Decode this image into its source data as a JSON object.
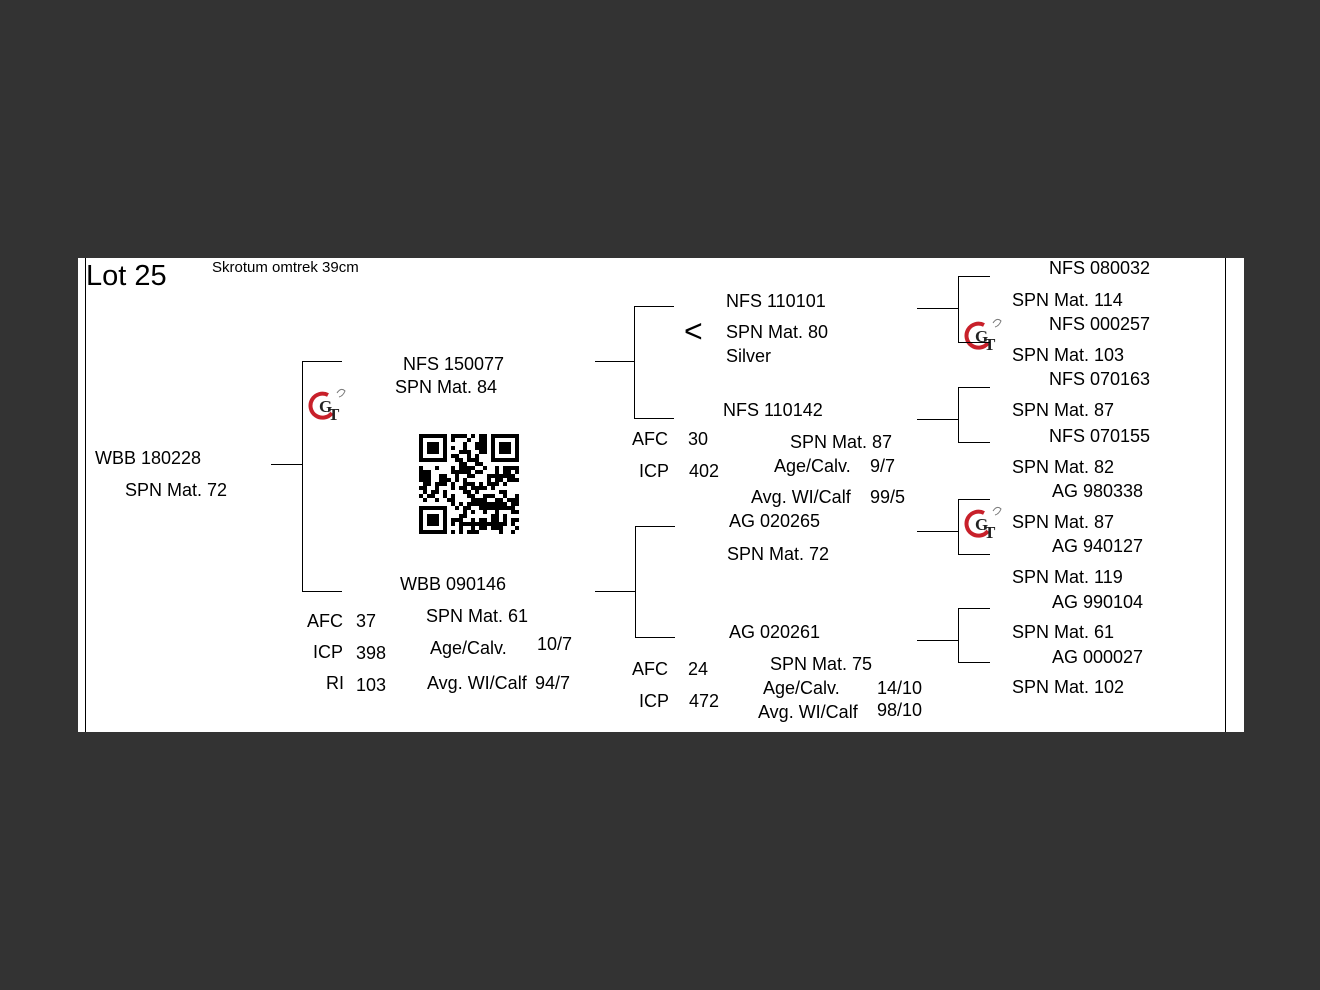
{
  "lot_label": "Lot 25",
  "note": "Skrotum omtrek 39cm",
  "animal": {
    "id": "WBB 180228",
    "spn": "SPN Mat. 72"
  },
  "sire": {
    "id": "NFS 150077",
    "spn": "SPN Mat. 84"
  },
  "dam": {
    "id": "WBB 090146",
    "spn": "SPN Mat. 61",
    "afc_label": "AFC",
    "afc": "37",
    "icp_label": "ICP",
    "icp": "398",
    "ri_label": "RI",
    "ri": "103",
    "age_calv_label": "Age/Calv.",
    "age_calv": "10/7",
    "avg_wi_label": "Avg. WI/Calf",
    "avg_wi": "94/7"
  },
  "sire_sire": {
    "id": "NFS 110101",
    "spn": "SPN Mat. 80",
    "extra": "Silver",
    "mark": "<"
  },
  "sire_dam": {
    "id": "NFS 110142",
    "spn": "SPN Mat. 87",
    "afc_label": "AFC",
    "afc": "30",
    "icp_label": "ICP",
    "icp": "402",
    "age_calv_label": "Age/Calv.",
    "age_calv": "9/7",
    "avg_wi_label": "Avg. WI/Calf",
    "avg_wi": "99/5"
  },
  "dam_sire": {
    "id": "AG  020265",
    "spn": "SPN Mat. 72"
  },
  "dam_dam": {
    "id": "AG  020261",
    "spn": "SPN Mat. 75",
    "afc_label": "AFC",
    "afc": "24",
    "icp_label": "ICP",
    "icp": "472",
    "age_calv_label": "Age/Calv.",
    "age_calv": "14/10",
    "avg_wi_label": "Avg. WI/Calf",
    "avg_wi": "98/10"
  },
  "gen3": [
    {
      "id": "NFS 080032",
      "spn": "SPN Mat. 114"
    },
    {
      "id": "NFS 000257",
      "spn": "SPN Mat. 103"
    },
    {
      "id": "NFS 070163",
      "spn": "SPN Mat. 87"
    },
    {
      "id": "NFS 070155",
      "spn": "SPN Mat. 82"
    },
    {
      "id": "AG  980338",
      "spn": "SPN Mat. 87"
    },
    {
      "id": "AG  940127",
      "spn": "SPN Mat. 119"
    },
    {
      "id": "AG  990104",
      "spn": "SPN Mat. 61"
    },
    {
      "id": "AG  000027",
      "spn": "SPN Mat. 102"
    }
  ],
  "colors": {
    "background": "#333333",
    "sheet": "#ffffff",
    "logo_red": "#c8202a"
  },
  "icons": {
    "logo": "gt-logo-icon",
    "qr": "qr-code-icon"
  }
}
